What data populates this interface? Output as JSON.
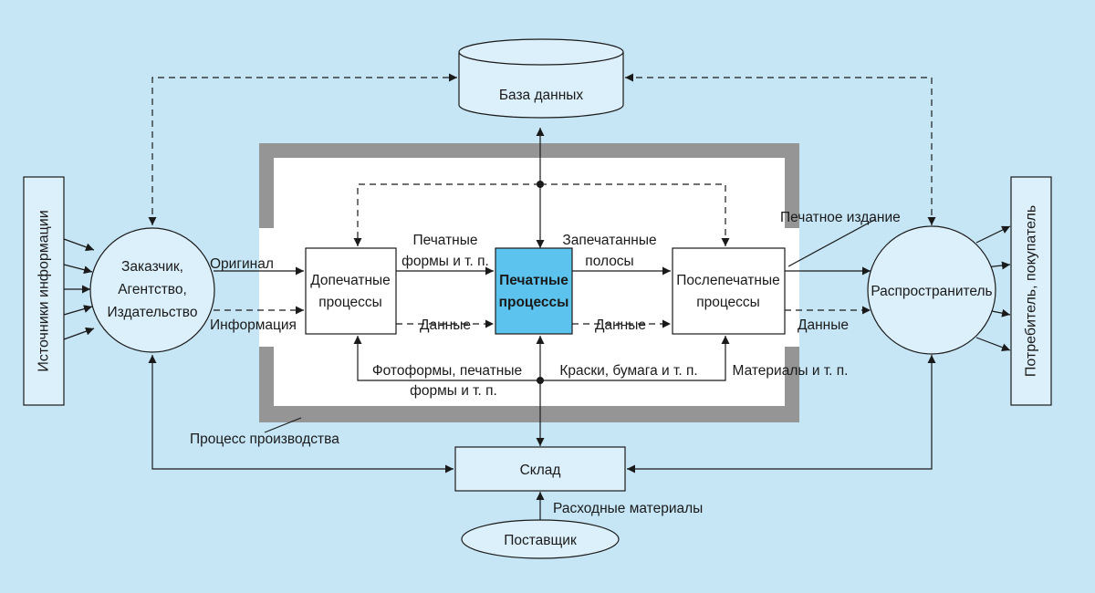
{
  "nodes": {
    "sources": "Источники информации",
    "consumers": "Потребитель, покупатель",
    "customer": [
      "Заказчик,",
      "Агентство,",
      "Издательство"
    ],
    "distributor": "Распространитель",
    "database": "База данных",
    "warehouse": "Склад",
    "supplier": "Поставщик",
    "prepress": [
      "Допечатные",
      "процессы"
    ],
    "press": [
      "Печатные",
      "процессы"
    ],
    "postpress": [
      "Послепечатные",
      "процессы"
    ]
  },
  "labels": {
    "original": "Оригинал",
    "information": "Информация",
    "plates": [
      "Печатные",
      "формы и т. п."
    ],
    "data1": "Данные",
    "printed_sheets": [
      "Запечатанные",
      "полосы"
    ],
    "data2": "Данные",
    "printed_edition": "Печатное издание",
    "data3": "Данные",
    "photoforms": [
      "Фотоформы, печатные",
      "формы и т. п."
    ],
    "inks": "Краски, бумага и т. п.",
    "materials": "Материалы и т. п.",
    "production_process": "Процесс производства",
    "consumables": "Расходные материалы"
  },
  "colors": {
    "background": "#c6e6f6",
    "node_fill": "#dcf0fb",
    "press_fill": "#5bc3ee",
    "frame": "#959595",
    "line": "#1a1a1a"
  }
}
